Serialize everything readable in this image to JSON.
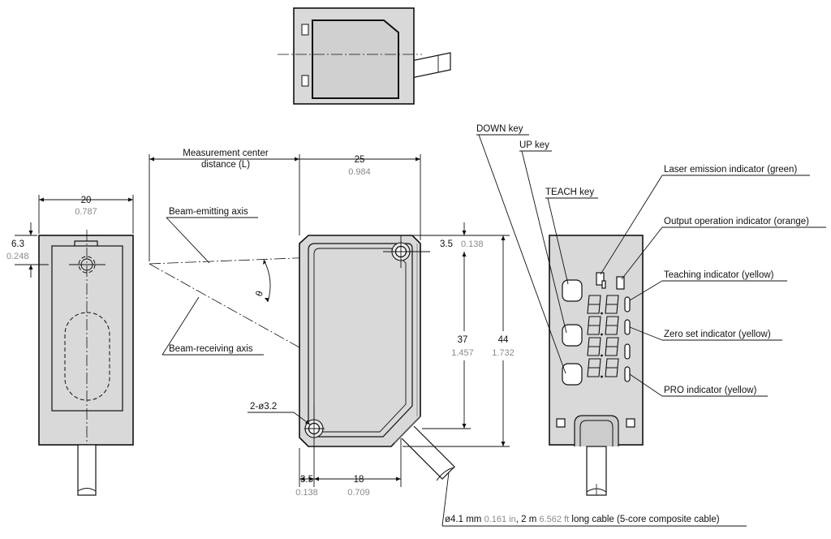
{
  "colors": {
    "body": "#d9d9d9",
    "line": "#111111",
    "inch_text": "#8a8a8a"
  },
  "dimensions": {
    "front_width_mm": "20",
    "front_width_in": "0.787",
    "front_top_mm": "6.3",
    "front_top_in": "0.248",
    "side_width_mm": "25",
    "side_width_in": "0.984",
    "hole_offset_mm": "3.5",
    "hole_offset_in": "0.138",
    "hole_pitch_v_mm": "37",
    "hole_pitch_v_in": "1.457",
    "height_mm": "44",
    "height_in": "1.732",
    "hole_dia": "2-ø3.2",
    "bottom_offset_mm": "3.5",
    "bottom_offset_in": "0.138",
    "hole_pitch_h_mm": "18",
    "hole_pitch_h_in": "0.709"
  },
  "labels": {
    "measurement_center_1": "Measurement center",
    "measurement_center_2": "distance (L)",
    "beam_emitting": "Beam-emitting axis",
    "beam_receiving": "Beam-receiving axis",
    "theta": "θ",
    "down_key": "DOWN key",
    "up_key": "UP key",
    "teach_key": "TEACH key",
    "laser_indicator": "Laser emission indicator (green)",
    "output_indicator": "Output operation indicator (orange)",
    "teaching_indicator": "Teaching indicator (yellow)",
    "zero_set_indicator": "Zero set indicator (yellow)",
    "pro_indicator": "PRO indicator (yellow)"
  },
  "cable": {
    "part1": "ø4.1 mm ",
    "part2": "0.161 in",
    "part3": ", 2 m ",
    "part4": "6.562 ft",
    "part5": " long cable (5-core composite cable)"
  }
}
